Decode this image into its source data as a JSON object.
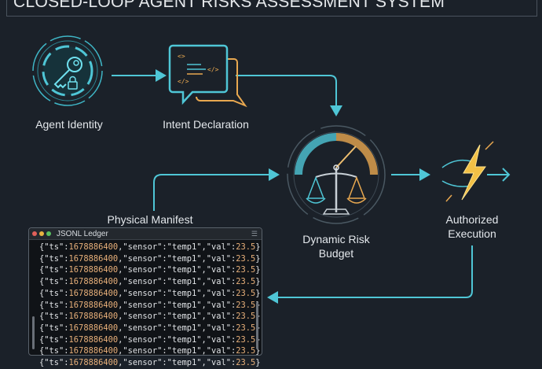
{
  "title": "CLOSED-LOOP AGENT RISKS ASSESSMENT SYSTEM",
  "nodes": {
    "agent_identity": {
      "label": "Agent Identity",
      "icon": "key-lock-icon"
    },
    "intent_declaration": {
      "label": "Intent Declaration",
      "icon": "code-speech-bubble-icon"
    },
    "dynamic_risk_budget": {
      "label_line1": "Dynamic Risk",
      "label_line2": "Budget",
      "icon": "gauge-scales-icon"
    },
    "authorized_execution": {
      "label_line1": "Authorized",
      "label_line2": "Execution",
      "icon": "lightning-bolt-icon"
    },
    "physical_manifest": {
      "label": "Physical Manifest"
    }
  },
  "ledger": {
    "title": "JSONL Ledger",
    "rows": [
      {
        "ts": "1678886400",
        "sensor": "temp1",
        "val": "23.5"
      },
      {
        "ts": "1678886400",
        "sensor": "temp1",
        "val": "23.5"
      },
      {
        "ts": "1678886400",
        "sensor": "temp1",
        "val": "23.5"
      },
      {
        "ts": "1678886400",
        "sensor": "temp1",
        "val": "23.5"
      },
      {
        "ts": "1678886400",
        "sensor": "temp1",
        "val": "23.5"
      },
      {
        "ts": "1678886400",
        "sensor": "temp1",
        "val": "23.5"
      },
      {
        "ts": "1678886400",
        "sensor": "temp1",
        "val": "23.5"
      },
      {
        "ts": "1678886400",
        "sensor": "temp1",
        "val": "23.5"
      },
      {
        "ts": "1678886400",
        "sensor": "temp1",
        "val": "23.5"
      },
      {
        "ts": "1678886400",
        "sensor": "temp1",
        "val": "23.5"
      },
      {
        "ts": "1678886400",
        "sensor": "temp1",
        "val": "23.5"
      }
    ]
  },
  "colors": {
    "background": "#1b2129",
    "cyan": "#4fc6d6",
    "amber": "#e8a850",
    "text": "#e4e8ec"
  }
}
